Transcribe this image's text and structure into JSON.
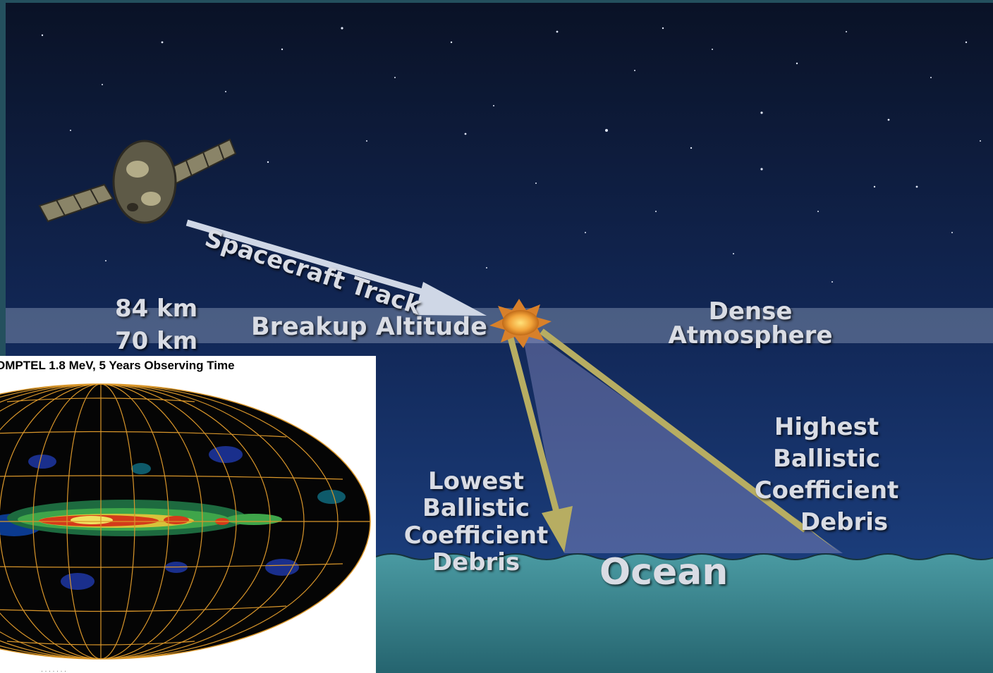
{
  "diagram": {
    "altitude_top": "84 km",
    "altitude_bottom": "70 km",
    "breakup_label": "Breakup Altitude",
    "dense_label": [
      "Dense",
      "Atmosphere"
    ],
    "track_label": "Spacecraft Track",
    "lowest_label": [
      "Lowest",
      "Ballistic",
      "Coefficient",
      "Debris"
    ],
    "highest_label": [
      "Highest",
      "Ballistic",
      "Coefficient",
      "Debris"
    ],
    "ocean_label": "Ocean"
  },
  "inset": {
    "title": "OMPTEL 1.8 MeV, 5 Years Observing Time",
    "footer": "· · · · ·  · ·"
  },
  "colors": {
    "sky_top": "#0a1226",
    "sky_bottom": "#1d3f82",
    "ocean": "#3e8c96",
    "arrow": "#b7ad62",
    "grid": "#d9962a"
  }
}
